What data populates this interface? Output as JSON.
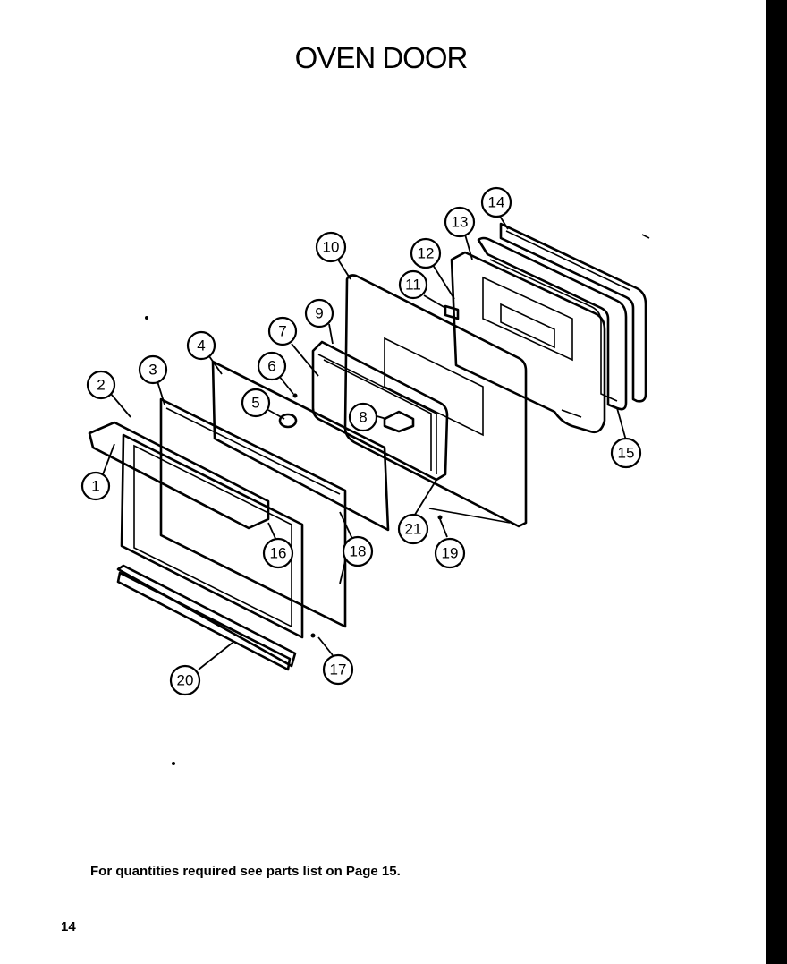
{
  "title": "OVEN DOOR",
  "footnote": "For quantities required see parts list on Page 15.",
  "page_number": "14",
  "callouts": {
    "c1": "1",
    "c2": "2",
    "c3": "3",
    "c4": "4",
    "c5": "5",
    "c6": "6",
    "c7": "7",
    "c8": "8",
    "c9": "9",
    "c10": "10",
    "c11": "11",
    "c12": "12",
    "c13": "13",
    "c14": "14",
    "c15": "15",
    "c16": "16",
    "c17": "17",
    "c18": "18",
    "c19": "19",
    "c20": "20",
    "c21": "21"
  }
}
